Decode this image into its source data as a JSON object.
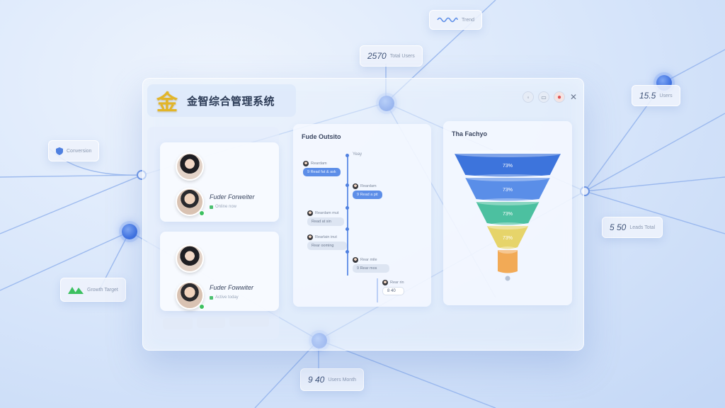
{
  "app": {
    "title": "金智综合管理系统",
    "logo_glyph": "金",
    "logo_color": "#e2b528"
  },
  "window_controls": [
    {
      "icon": "settings-icon",
      "glyph": "◦"
    },
    {
      "icon": "bookmark-icon",
      "glyph": "▭"
    },
    {
      "icon": "alert-icon",
      "glyph": "●"
    },
    {
      "icon": "close-icon",
      "glyph": "✕"
    }
  ],
  "floating_tags": {
    "top_center": {
      "num": "2570",
      "sub": "Total Users"
    },
    "top_right_wave": {
      "sub": "Trend"
    },
    "left_mid": {
      "sub": "Conversion"
    },
    "left_bottom": {
      "sub": "Growth Target"
    },
    "right_top": {
      "num": "15.5",
      "sub": "Users"
    },
    "right_mid": {
      "num": "5 50",
      "sub": "Leads Total"
    },
    "bottom_center": {
      "num": "9 40",
      "sub": "Users Month"
    }
  },
  "user_cards": [
    {
      "name": "Fuder Forweiter",
      "status": "Online now"
    },
    {
      "name": "Fuder Fowwiter",
      "status": "Active today"
    }
  ],
  "timeline_panel": {
    "title": "Fude Outsito",
    "messages": [
      {
        "name": "Reardam",
        "text": "9 Read fat & ask"
      },
      {
        "name": "Reardam",
        "text": "9 Read a pit"
      },
      {
        "name": "Reardam mut",
        "text": "Read at sin"
      },
      {
        "name": "Rearlain inut",
        "text": "Rear ooming"
      },
      {
        "name": "Rear mile",
        "text": "9 Rear mos"
      },
      {
        "name": "Rear rin",
        "text": "8 40"
      }
    ],
    "marker_label": "Yeay"
  },
  "funnel_panel": {
    "title": "Tha Fachyo"
  },
  "chart_data": {
    "type": "funnel",
    "title": "Tha Fachyo",
    "stages": [
      {
        "label": "73%",
        "value": 73,
        "color": "#3d74dc"
      },
      {
        "label": "73%",
        "value": 73,
        "color": "#5a8ee8"
      },
      {
        "label": "73%",
        "value": 73,
        "color": "#4cc0a0"
      },
      {
        "label": "73%",
        "value": 73,
        "color": "#e6d46a"
      },
      {
        "label": "",
        "value": null,
        "color": "#f2aa56"
      }
    ]
  }
}
